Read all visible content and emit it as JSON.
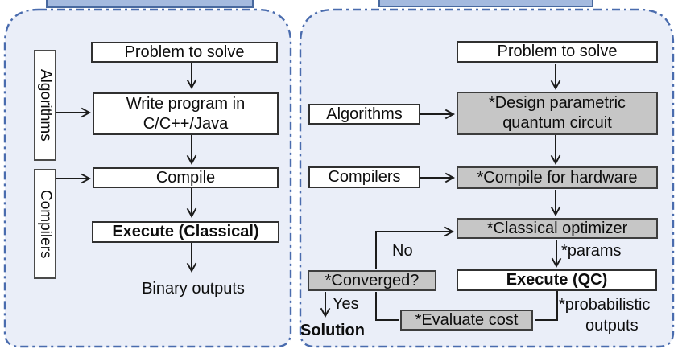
{
  "colors": {
    "panel_fill": "#eaeef8",
    "panel_border": "#4a6cae",
    "banner_fill": "#a4badf",
    "banner_border": "#48699f",
    "node_fill_white": "#ffffff",
    "node_fill_gray": "#c6c6c6",
    "node_border": "#303030",
    "connector": "#1c1c1c",
    "text": "#0d0d0d"
  },
  "left_flow": {
    "algorithms_label": "Algorithms",
    "compilers_label": "Compilers",
    "problem": "Problem to solve",
    "write_program_line1": "Write program in",
    "write_program_line2": "C/C++/Java",
    "compile": "Compile",
    "execute": "Execute (Classical)",
    "output": "Binary outputs"
  },
  "right_flow": {
    "algorithms_label": "Algorithms",
    "compilers_label": "Compilers",
    "problem": "Problem to solve",
    "design_line1": "*Design parametric",
    "design_line2": "quantum circuit",
    "compile_hw": "*Compile for hardware",
    "optimizer": "*Classical optimizer",
    "params_label": "*params",
    "execute": "Execute (QC)",
    "prob_line1": "*probabilistic",
    "prob_line2": "outputs",
    "evaluate": "*Evaluate cost",
    "converged": "*Converged?",
    "no_label": "No",
    "yes_label": "Yes",
    "solution": "Solution"
  }
}
